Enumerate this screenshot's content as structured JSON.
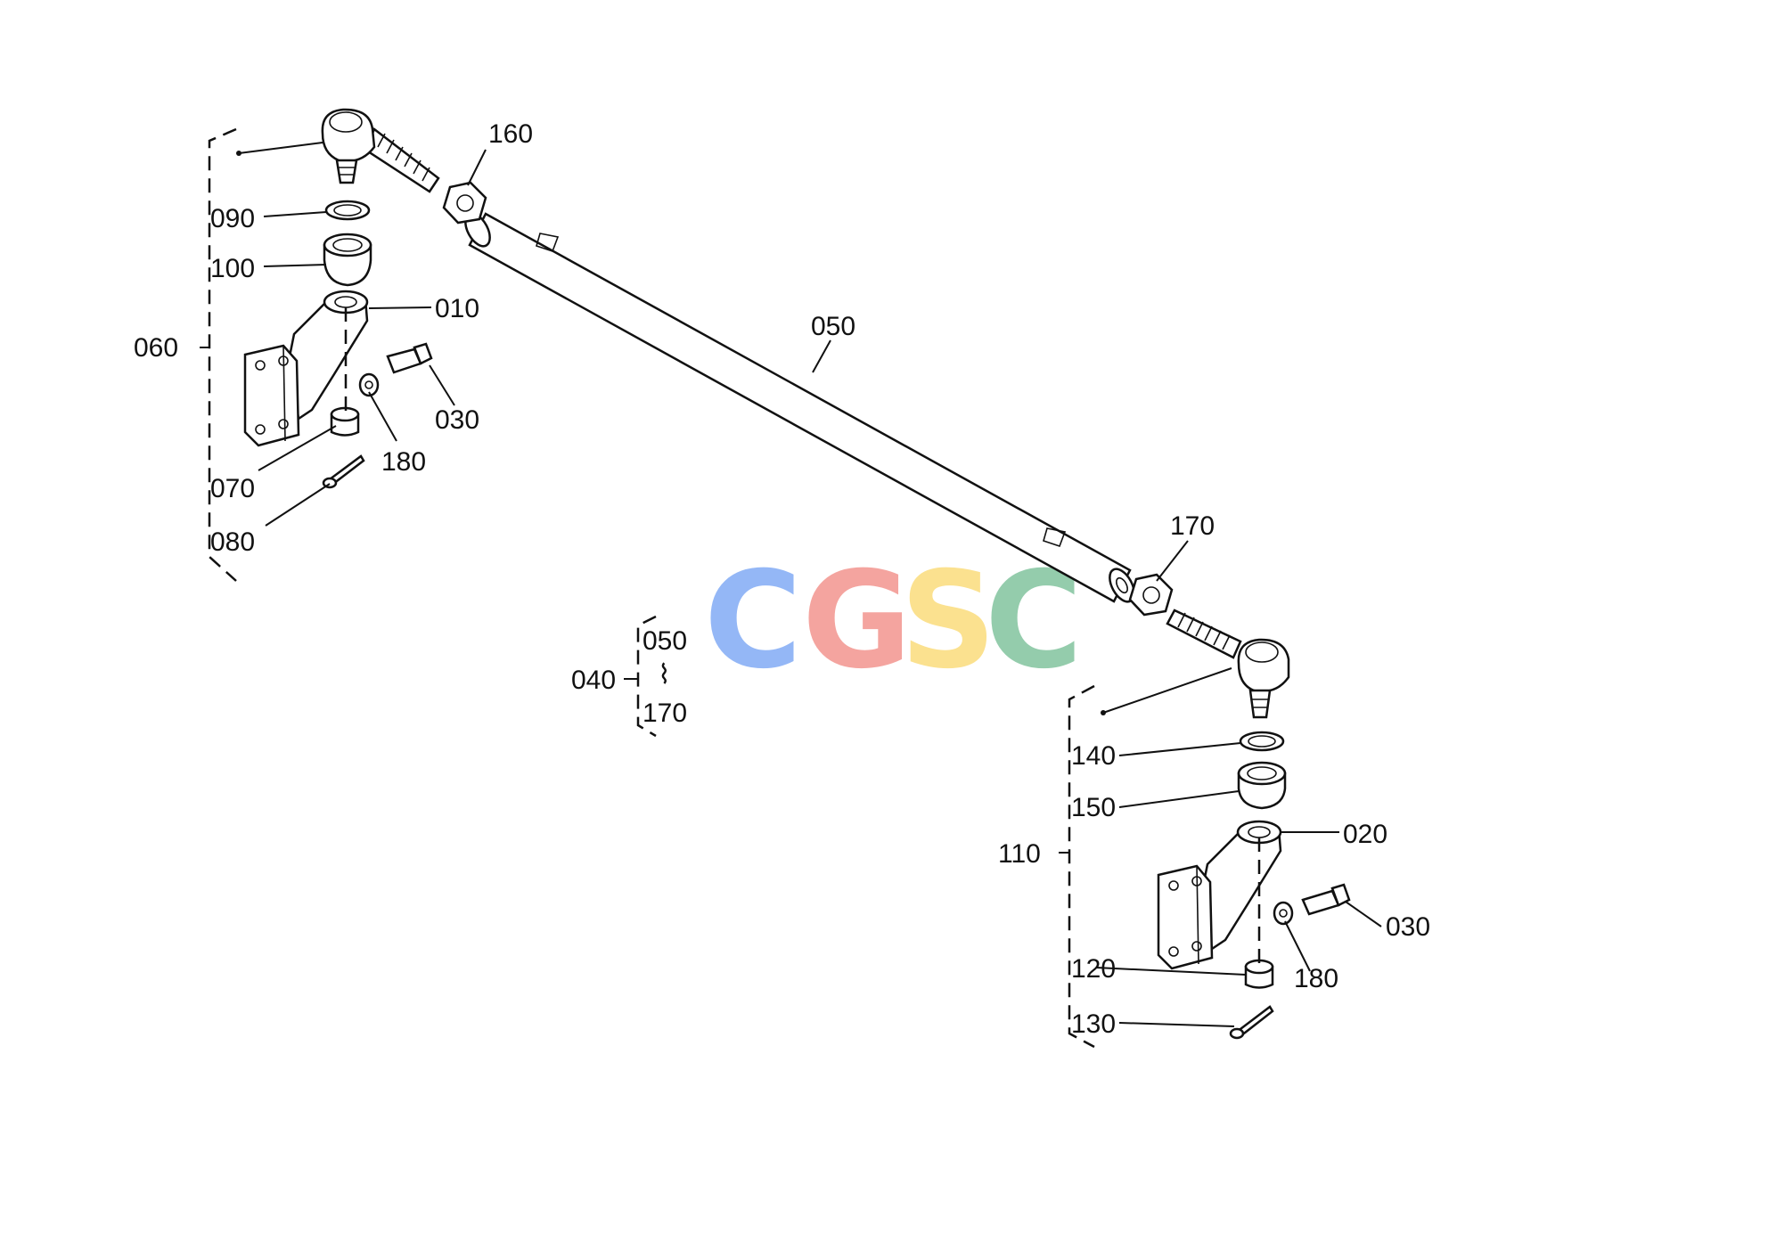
{
  "labels": {
    "l010": "010",
    "l020": "020",
    "l030a": "030",
    "l030b": "030",
    "l040": "040",
    "l050": "050",
    "l050r": "050",
    "l170r": "170",
    "l060": "060",
    "l070": "070",
    "l080": "080",
    "l090": "090",
    "l100": "100",
    "l110": "110",
    "l120": "120",
    "l130": "130",
    "l140": "140",
    "l150": "150",
    "l160": "160",
    "l170": "170",
    "l180a": "180",
    "l180b": "180",
    "range_sep": "⌇"
  },
  "watermark": {
    "c1": "C",
    "g": "G",
    "s": "S",
    "c2": "C",
    "colors": {
      "c1": "#8fb4f6",
      "g": "#f4a09a",
      "s": "#fbe08a",
      "c2": "#8fcaa8"
    }
  }
}
